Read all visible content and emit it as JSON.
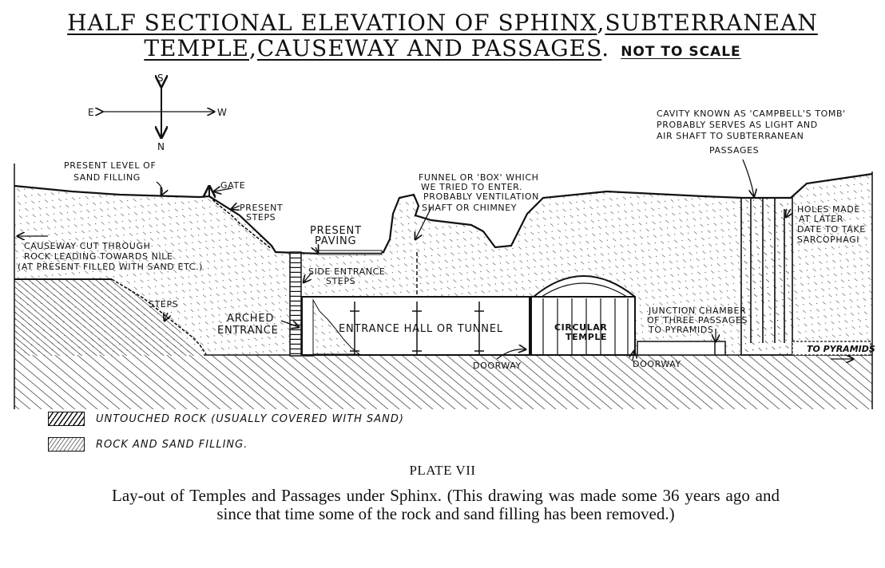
{
  "title": {
    "line1_part1": "HALF SECTIONAL ELEVATION OF SPHINX",
    "line1_sep": ",",
    "line1_part2": "SUBTERRANEAN",
    "line2_part1": "TEMPLE",
    "line2_sep": ",",
    "line2_part2": "CAUSEWAY AND PASSAGES",
    "line2_end": ".",
    "scale_note": "NOT TO SCALE"
  },
  "compass": {
    "north": "N",
    "south": "S",
    "east": "E",
    "west": "W"
  },
  "labels": {
    "sand_level": [
      "PRESENT LEVEL OF",
      "SAND FILLING"
    ],
    "gate": "GATE",
    "present_steps": [
      "PRESENT",
      "STEPS"
    ],
    "causeway": [
      "CAUSEWAY CUT THROUGH",
      "ROCK LEADING TOWARDS NILE",
      "(AT PRESENT FILLED WITH SAND ETC.)"
    ],
    "present_paving": [
      "PRESENT",
      "PAVING"
    ],
    "funnel": [
      "FUNNEL OR 'BOX' WHICH",
      "WE TRIED TO ENTER.",
      "PROBABLY VENTILATION",
      "SHAFT OR CHIMNEY"
    ],
    "campbells_tomb": [
      "CAVITY KNOWN AS 'CAMPBELL'S TOMB'",
      "PROBABLY SERVES AS LIGHT AND",
      "AIR SHAFT TO SUBTERRANEAN",
      "PASSAGES"
    ],
    "holes": [
      "HOLES MADE",
      "AT LATER",
      "DATE TO TAKE",
      "SARCOPHAGI"
    ],
    "side_entrance": [
      "SIDE ENTRANCE",
      "STEPS"
    ],
    "steps": "STEPS",
    "arched_entrance": [
      "ARCHED",
      "ENTRANCE"
    ],
    "entrance_hall": "ENTRANCE HALL OR TUNNEL",
    "circular_temple": [
      "CIRCULAR",
      "TEMPLE"
    ],
    "doorway_1": "DOORWAY",
    "doorway_2": "DOORWAY",
    "junction": [
      "JUNCTION CHAMBER",
      "OF THREE PASSAGES",
      "TO PYRAMIDS"
    ],
    "to_pyramids": "TO PYRAMIDS"
  },
  "legend": [
    {
      "key": "untouched_rock",
      "text": "UNTOUCHED ROCK (USUALLY COVERED WITH SAND)"
    },
    {
      "key": "rock_sand_filling",
      "text": "ROCK AND SAND FILLING."
    }
  ],
  "plate": "PLATE VII",
  "caption": "Lay-out of Temples and Passages under Sphinx. (This drawing was made some 36 years ago and since that time some of the rock and sand filling has been removed.)"
}
